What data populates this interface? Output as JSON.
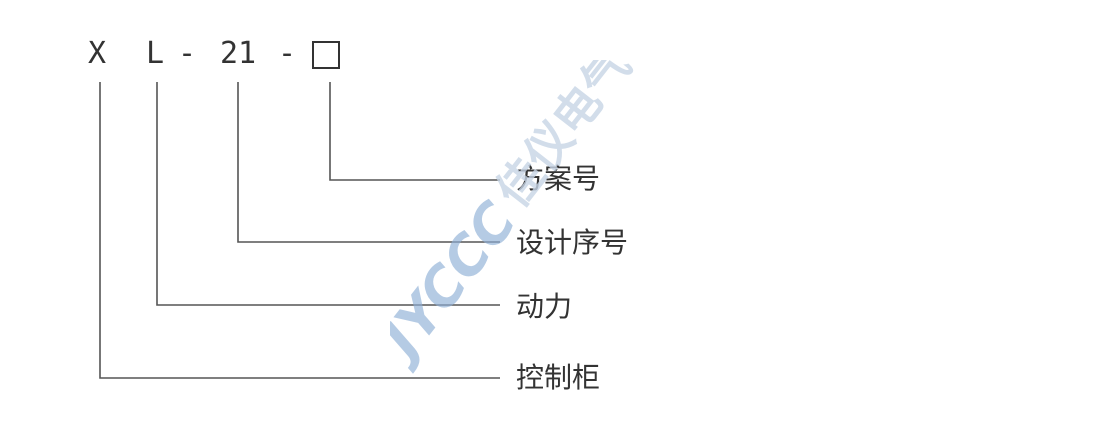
{
  "model_code": {
    "segments": [
      "X",
      "L",
      "-",
      "21",
      "-"
    ],
    "placeholder_box": "□"
  },
  "labels": {
    "scheme_number": "方案号",
    "design_serial": "设计序号",
    "power": "动力",
    "control_cabinet": "控制柜"
  },
  "watermark": {
    "logo": "JYCCC",
    "company": "佳仪电气"
  },
  "colors": {
    "text": "#333333",
    "lines": "#555555",
    "watermark": "#8fb0d6"
  }
}
